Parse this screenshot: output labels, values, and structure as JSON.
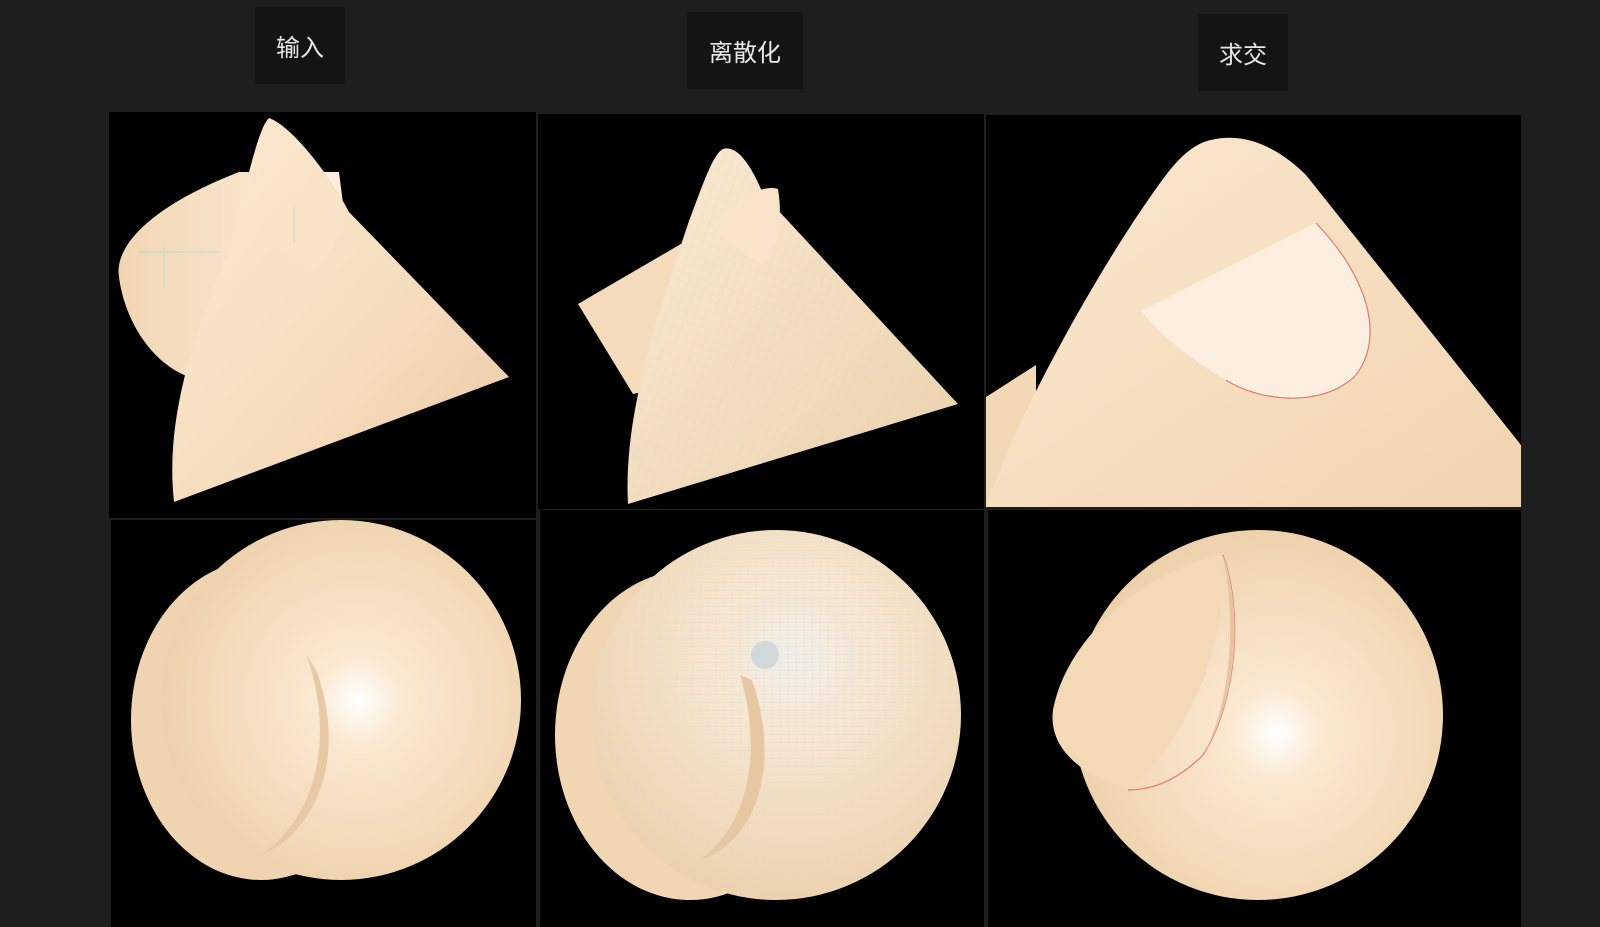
{
  "labels": {
    "input": "输入",
    "discretize": "离散化",
    "intersect": "求交"
  },
  "colors": {
    "background": "#1e1e1e",
    "label_bg": "#141414",
    "viewport_bg": "#000000",
    "surface": "#f7dfc0",
    "mesh_line": "#b8d4d8",
    "intersection_curve": "#e07a6a"
  },
  "panels": [
    {
      "column": "input",
      "row": "cone_cylinder",
      "shape": "cone-cylinder"
    },
    {
      "column": "discretize",
      "row": "cone_cylinder",
      "shape": "cone-cylinder-mesh"
    },
    {
      "column": "intersect",
      "row": "cone_cylinder",
      "shape": "cone-cylinder-intersection"
    },
    {
      "column": "input",
      "row": "sphere_cylinder",
      "shape": "sphere-cylinder"
    },
    {
      "column": "discretize",
      "row": "sphere_cylinder",
      "shape": "sphere-cylinder-mesh"
    },
    {
      "column": "intersect",
      "row": "sphere_cylinder",
      "shape": "sphere-cylinder-intersection"
    }
  ]
}
